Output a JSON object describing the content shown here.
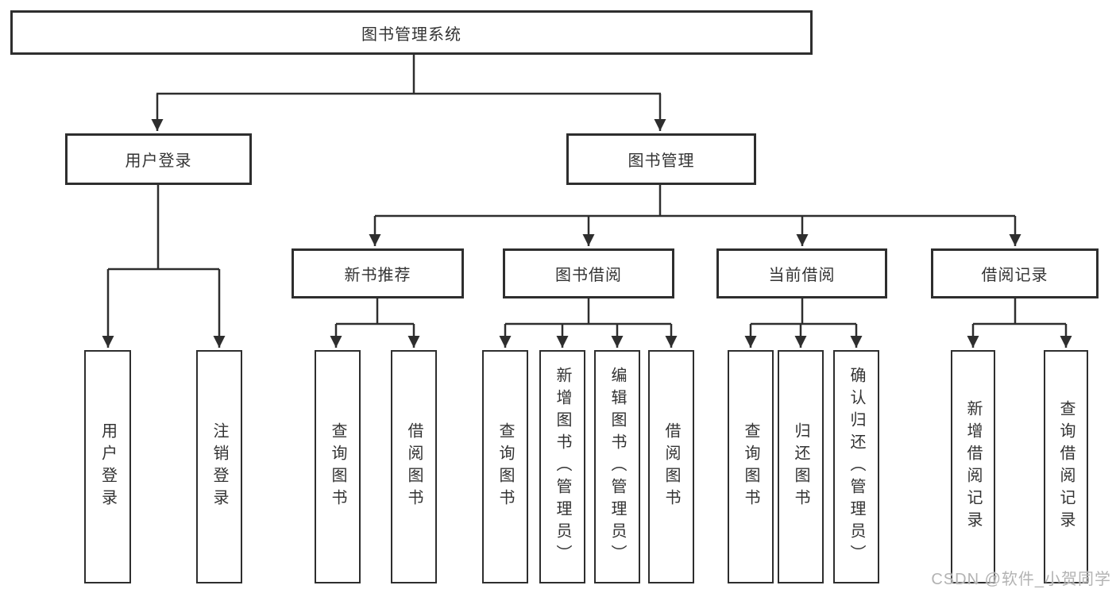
{
  "diagram_type": "hierarchy-tree",
  "colors": {
    "line": "#2e2e2e",
    "box_border": "#2e2e2e",
    "box_fill": "#ffffff",
    "text": "#333333",
    "watermark": "#b3b3b3",
    "background": "#ffffff"
  },
  "watermark": {
    "text": "CSDN @软件_小贺同学"
  },
  "tree": {
    "label": "图书管理系统",
    "children": [
      {
        "label": "用户登录",
        "children": [
          {
            "label": "用户登录"
          },
          {
            "label": "注销登录"
          }
        ]
      },
      {
        "label": "图书管理",
        "children": [
          {
            "label": "新书推荐",
            "children": [
              {
                "label": "查询图书"
              },
              {
                "label": "借阅图书"
              }
            ]
          },
          {
            "label": "图书借阅",
            "children": [
              {
                "label": "查询图书"
              },
              {
                "label": "新增图书（管理员）"
              },
              {
                "label": "编辑图书（管理员）"
              },
              {
                "label": "借阅图书"
              }
            ]
          },
          {
            "label": "当前借阅",
            "children": [
              {
                "label": "查询图书"
              },
              {
                "label": "归还图书"
              },
              {
                "label": "确认归还（管理员）"
              }
            ]
          },
          {
            "label": "借阅记录",
            "children": [
              {
                "label": "新增借阅记录"
              },
              {
                "label": "查询借阅记录"
              }
            ]
          }
        ]
      }
    ]
  }
}
